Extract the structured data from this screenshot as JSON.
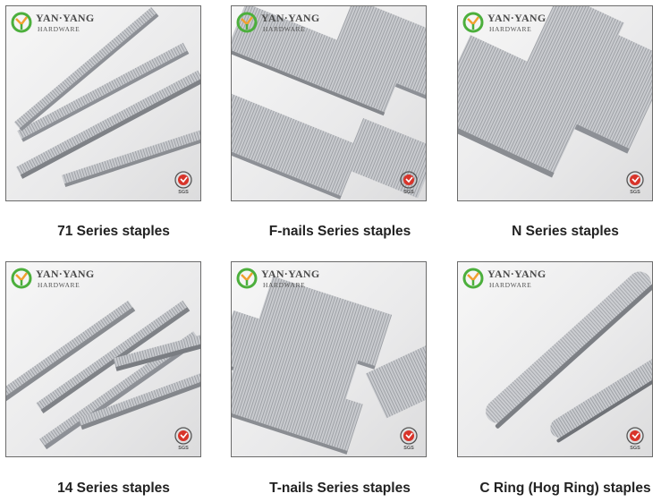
{
  "brand": {
    "name": "YAN·YANG",
    "subtitle": "HARDWARE",
    "cert_label": "SGS"
  },
  "products": [
    {
      "caption": "71 Series staples"
    },
    {
      "caption": "F-nails Series staples"
    },
    {
      "caption": "N Series staples"
    },
    {
      "caption": "14 Series staples"
    },
    {
      "caption": "T-nails Series staples"
    },
    {
      "caption": "C Ring (Hog Ring) staples"
    }
  ],
  "colors": {
    "logo_green": "#4caf3c",
    "logo_orange": "#f0a030",
    "cert_red": "#d8342a",
    "border": "#6b6b6b",
    "metal_light": "#d4d6d9",
    "metal_dark": "#8d9096"
  }
}
